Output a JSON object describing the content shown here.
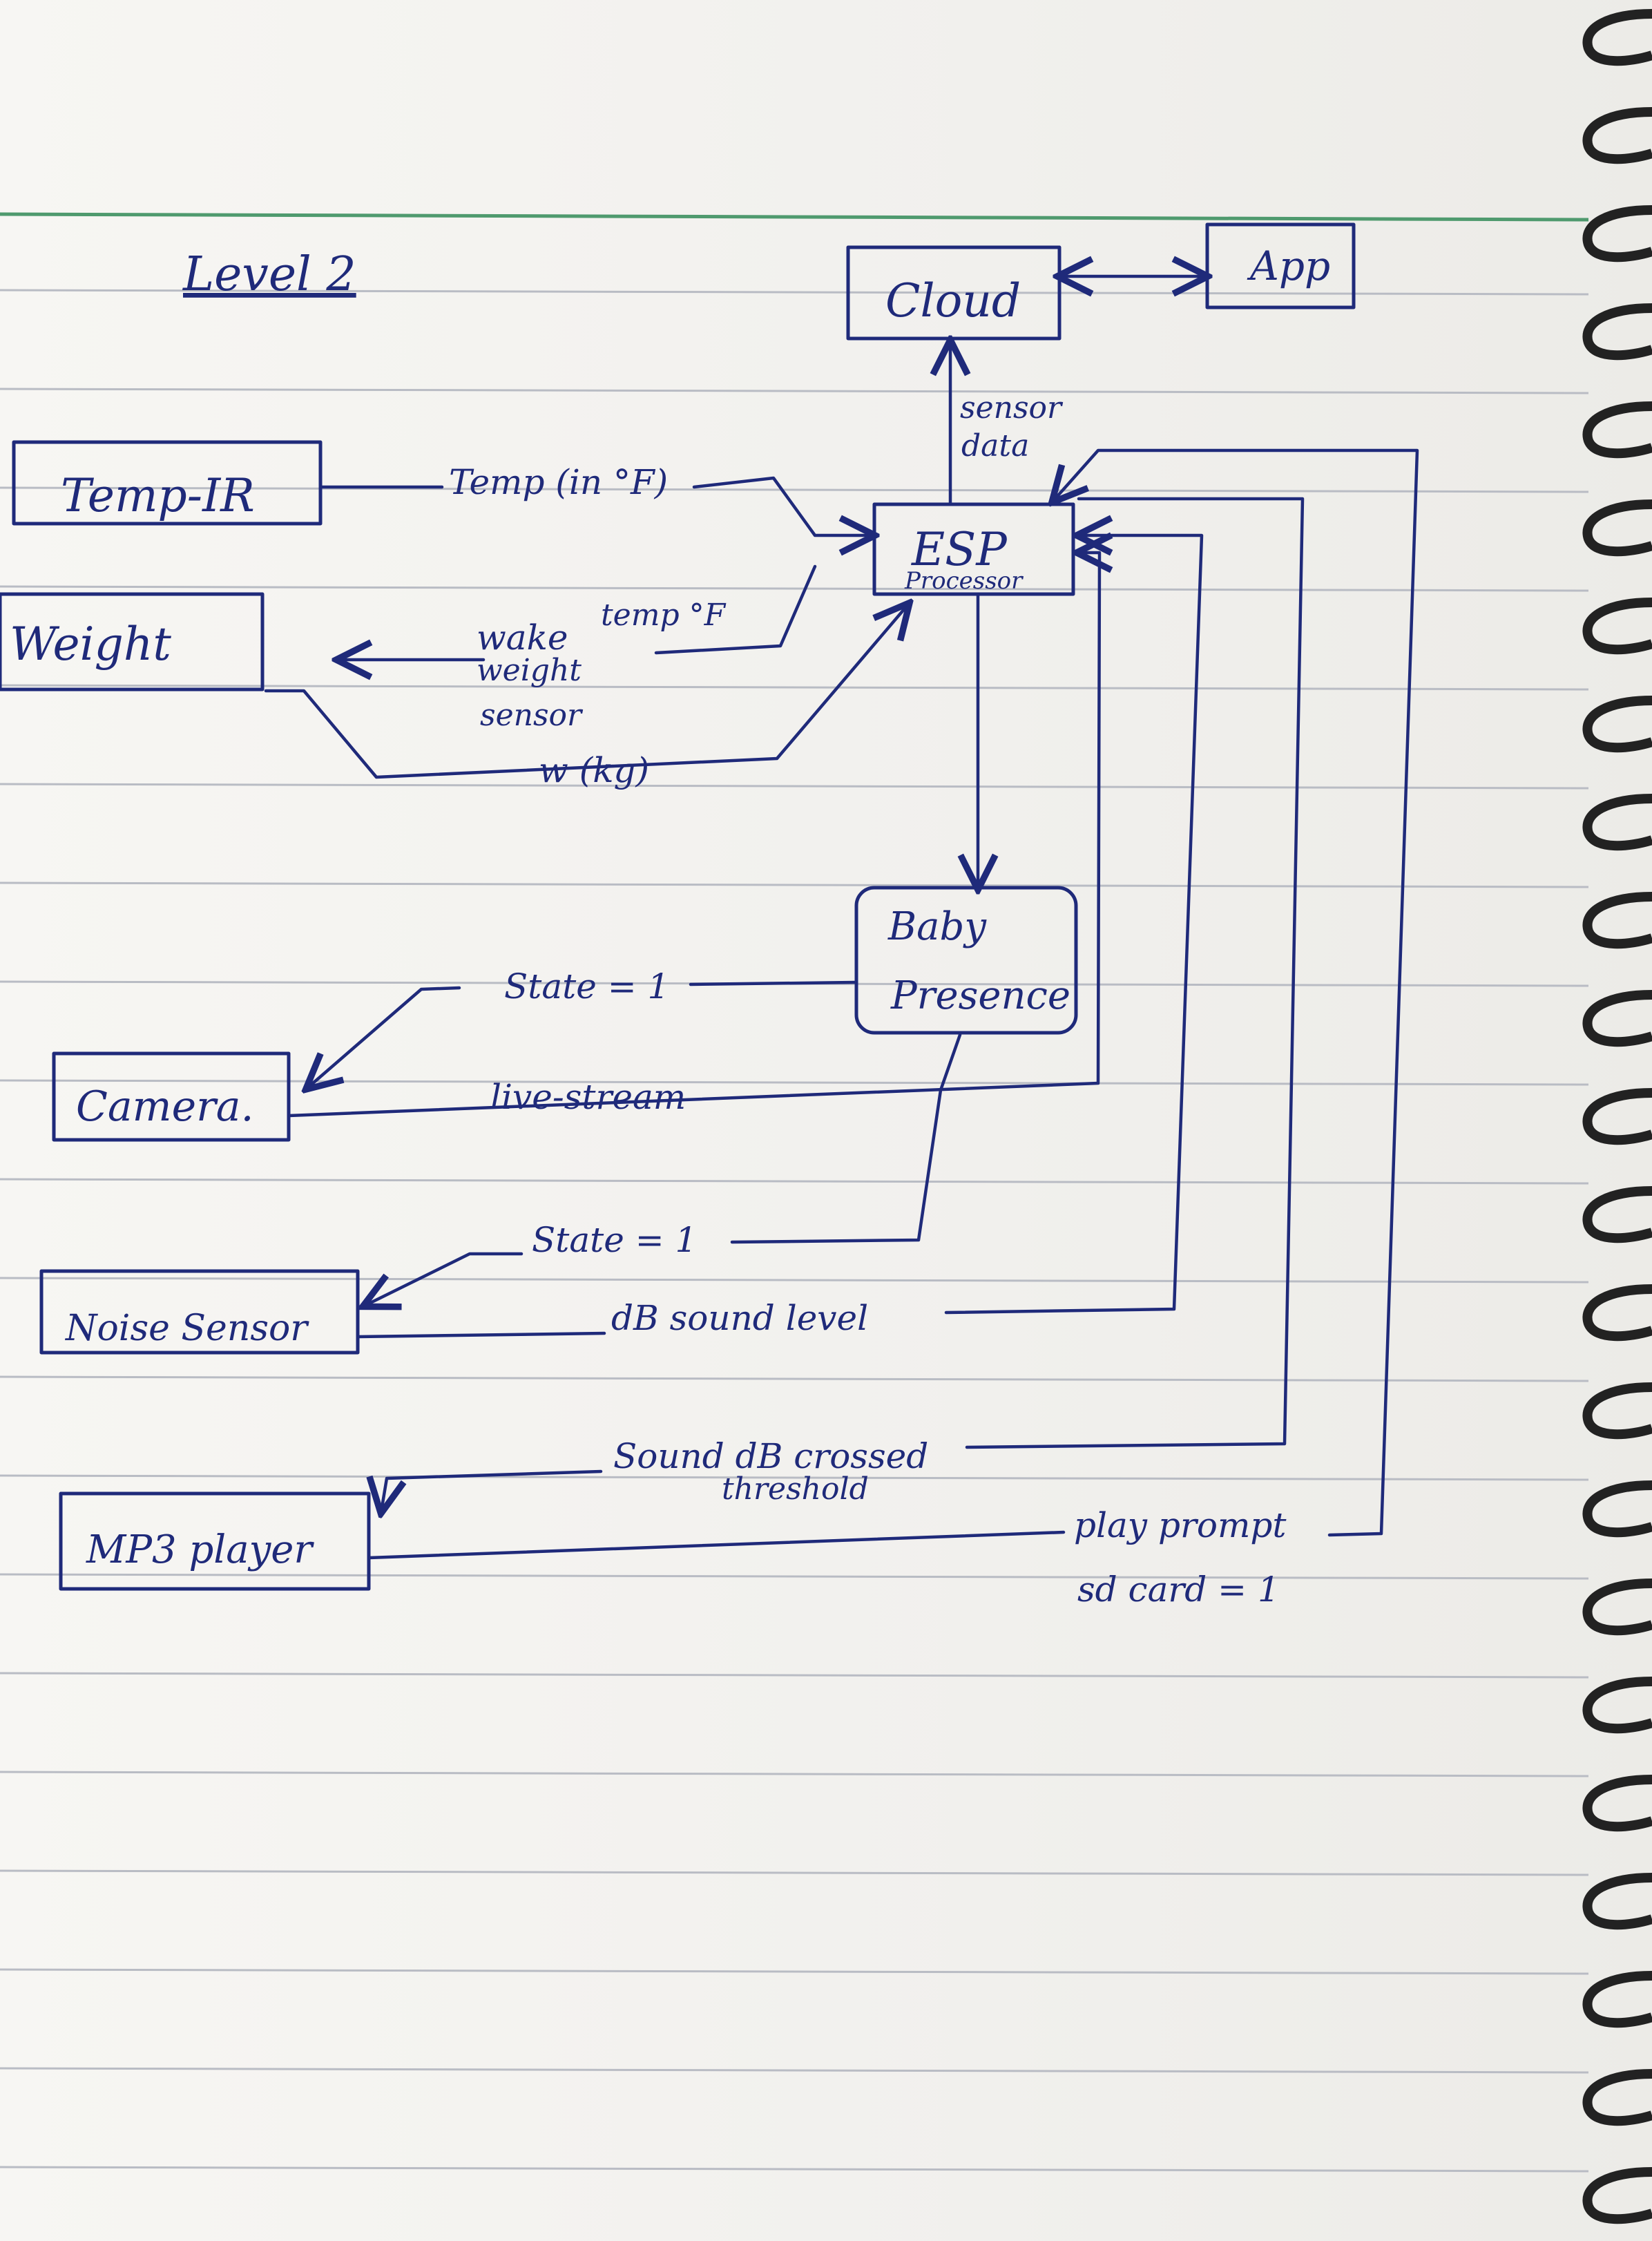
{
  "title": "Level 2",
  "nodes": {
    "cloud": "Cloud",
    "app": "App",
    "temp_ir": "Temp-IR",
    "weight": "Weight",
    "esp": "ESP",
    "esp_sub": "Processor",
    "baby_presence_1": "Baby",
    "baby_presence_2": "Presence",
    "camera": "Camera.",
    "noise_sensor": "Noise Sensor",
    "mp3_player": "MP3 player"
  },
  "edges": {
    "sensor_data_1": "sensor",
    "sensor_data_2": "data",
    "temp_in_f": "Temp (in °F)",
    "temp_f": "temp °F",
    "wake_1": "wake",
    "wake_2": "weight",
    "wake_3": "sensor",
    "weight_kg": "w (kg)",
    "camera_state": "State = 1",
    "live_stream": "live-stream",
    "noise_state": "State = 1",
    "db_sound_level": "dB sound level",
    "sound_crossed": "Sound dB crossed",
    "threshold": "threshold",
    "play_prompt": "play prompt",
    "sd_card": "sd card = 1"
  },
  "colors": {
    "ink": "#1f2a7a",
    "paper": "#f4f3f0",
    "rule_line": "#b9bcc4",
    "margin_line": "#4f9a6e",
    "spiral": "#222222"
  }
}
